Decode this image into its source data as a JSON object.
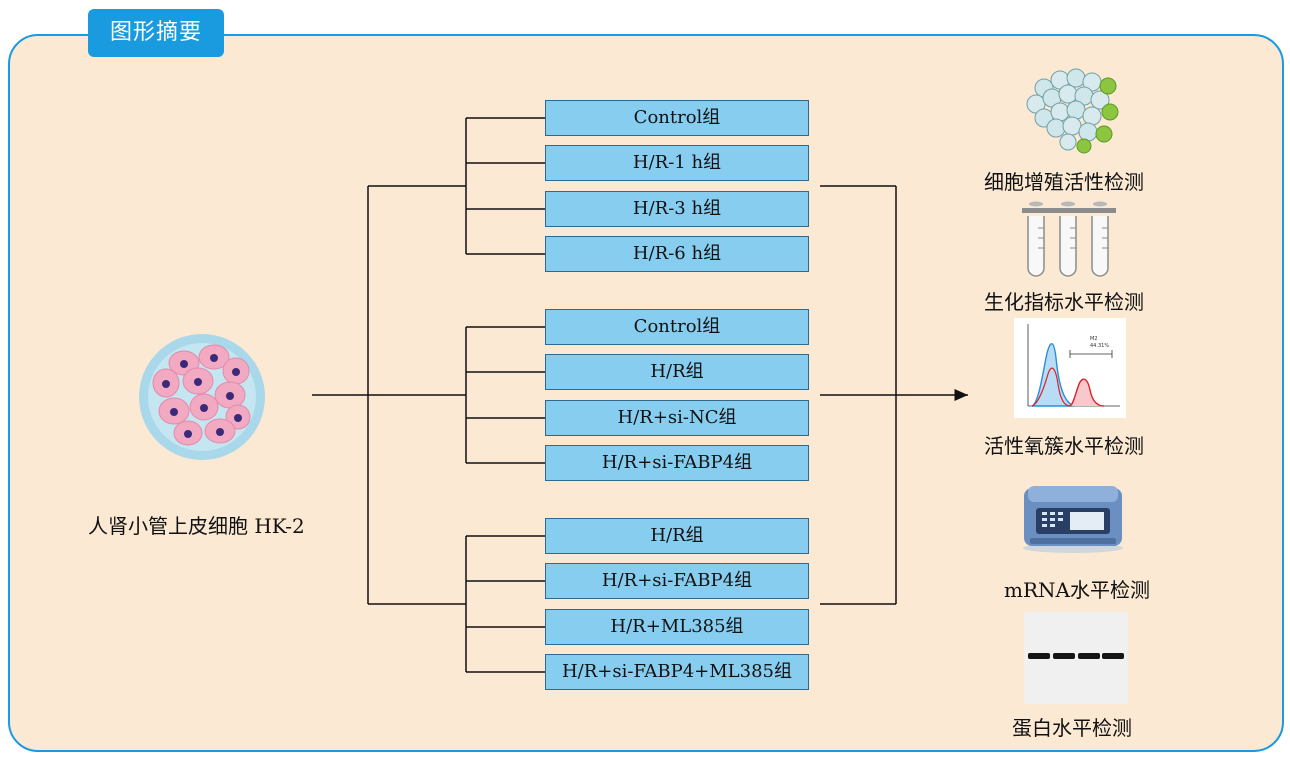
{
  "header": {
    "tag": "图形摘要"
  },
  "source": {
    "label": "人肾小管上皮细胞 HK-2"
  },
  "groups": [
    [
      "Control组",
      "H/R-1 h组",
      "H/R-3 h组",
      "H/R-6 h组"
    ],
    [
      "Control组",
      "H/R组",
      "H/R+si-NC组",
      "H/R+si-FABP4组"
    ],
    [
      "H/R组",
      "H/R+si-FABP4组",
      "H/R+ML385组",
      "H/R+si-FABP4+ML385组"
    ]
  ],
  "assays": [
    {
      "label": "细胞增殖活性检测",
      "icon": "cell-cluster-icon"
    },
    {
      "label": "生化指标水平检测",
      "icon": "test-tubes-icon"
    },
    {
      "label": "活性氧簇水平检测",
      "icon": "flow-cytometry-histogram-icon"
    },
    {
      "label": "mRNA水平检测",
      "icon": "pcr-machine-icon"
    },
    {
      "label": "蛋白水平检测",
      "icon": "western-blot-icon"
    }
  ],
  "histogram": {
    "gate_label": "M2",
    "gate_value": "44.31%"
  },
  "colors": {
    "border": "#1a9be0",
    "background": "#fbe9d4",
    "box_fill": "#86cdf0",
    "box_border": "#2e6a8e"
  }
}
